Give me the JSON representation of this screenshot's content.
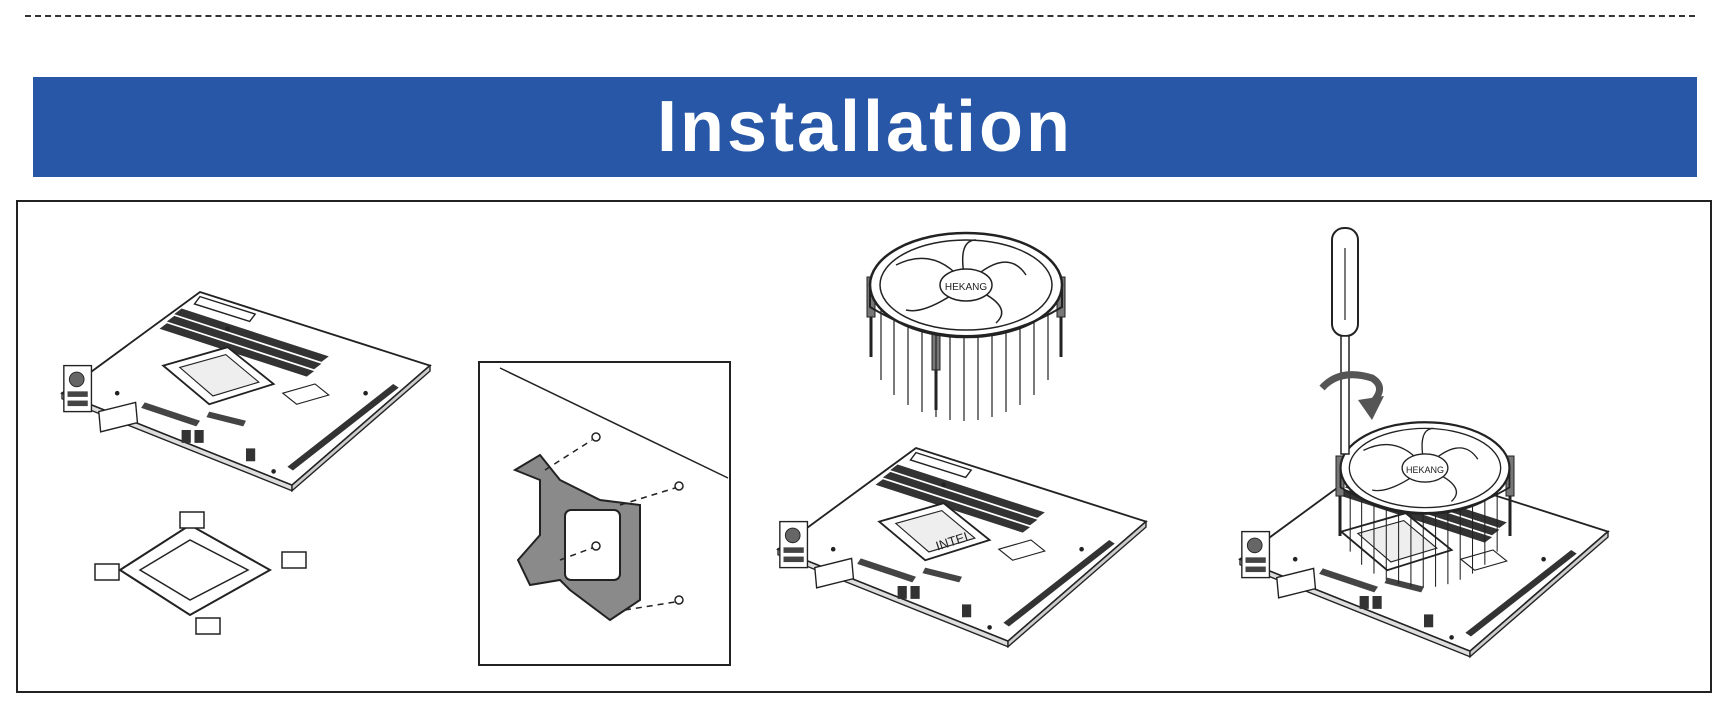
{
  "header": {
    "title": "Installation"
  },
  "panels": [
    {
      "name": "motherboard-and-bracket"
    },
    {
      "name": "bracket-screws-detail"
    },
    {
      "name": "cooler-above-motherboard",
      "cpu_label": "INTEL",
      "fan_label": "HEKANG"
    },
    {
      "name": "screwdriver-fasten-cooler",
      "fan_label": "HEKANG"
    }
  ],
  "colors": {
    "banner": "#2757a6",
    "banner_text": "#ffffff",
    "line": "#222222",
    "bracket_fill": "#8a8a8a"
  }
}
